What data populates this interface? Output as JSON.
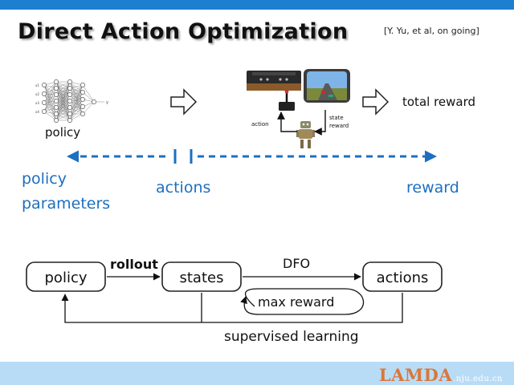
{
  "title": "Direct Action Optimization",
  "citation": "[Y. Yu, et al, on going]",
  "upper": {
    "policy_label": "policy",
    "loop_action_label": "action",
    "loop_state_label": "state",
    "loop_reward_label": "reward",
    "total_reward_label": "total reward"
  },
  "axis": {
    "policy_parameters_line1": "policy",
    "policy_parameters_line2": "parameters",
    "actions_label": "actions",
    "reward_label": "reward",
    "color": "#1d6fc0"
  },
  "flow": {
    "policy_box": "policy",
    "states_box": "states",
    "actions_box": "actions",
    "rollout_label": "rollout",
    "dfo_label": "DFO",
    "max_reward_label": "max reward",
    "supervised_label": "supervised learning"
  },
  "footer": {
    "logo_text": "LAMDA",
    "logo_domain": ".nju.edu.cn"
  },
  "colors": {
    "accent": "#1d7fd0",
    "footer": "#b9dcf6",
    "logo": "#d9773a"
  }
}
